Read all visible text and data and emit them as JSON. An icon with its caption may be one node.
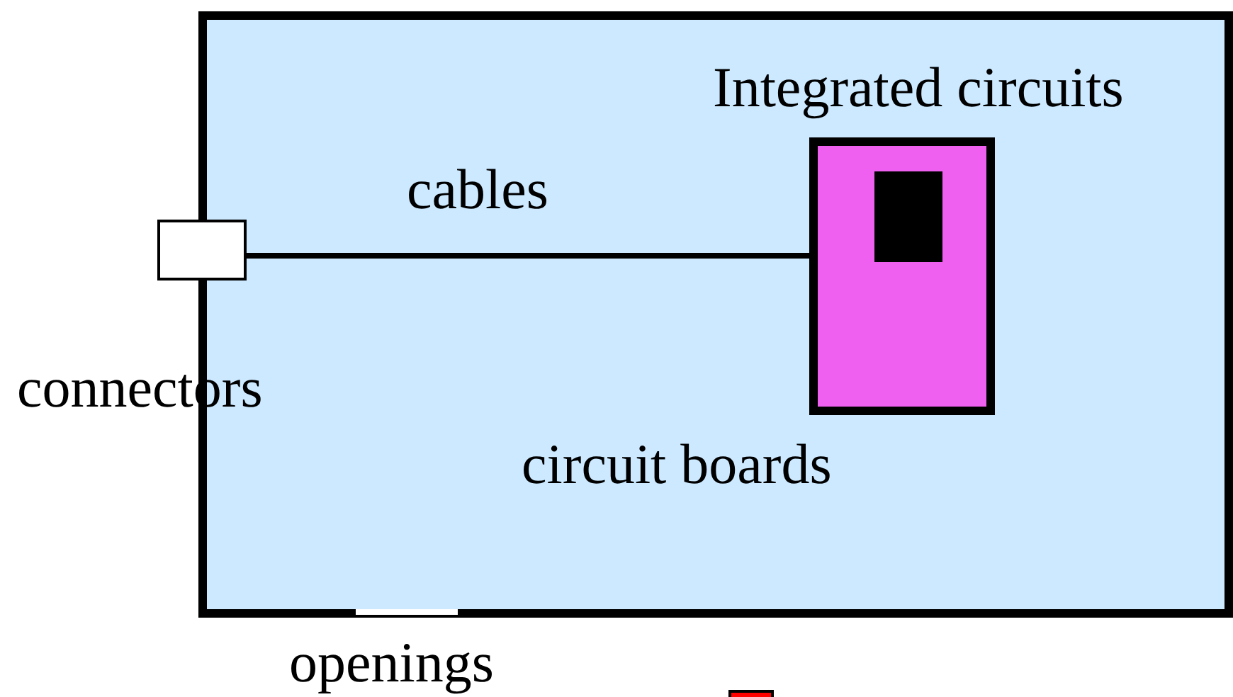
{
  "diagram": {
    "nodes": [
      {
        "text": [],
        "shape": "box"
      },
      {
        "text": [],
        "shape": "box"
      },
      {
        "text": [],
        "shape": "box",
        "in": 0
      },
      {
        "text": [],
        "shape": "box",
        "in": 2
      }
    ],
    "edges": [
      {
        "from": 1,
        "to": 2,
        "arrow": "none",
        "label": "cables"
      }
    ],
    "labels": [
      "Integrated circuits",
      "connectors",
      "circuit boards",
      "openings"
    ]
  }
}
